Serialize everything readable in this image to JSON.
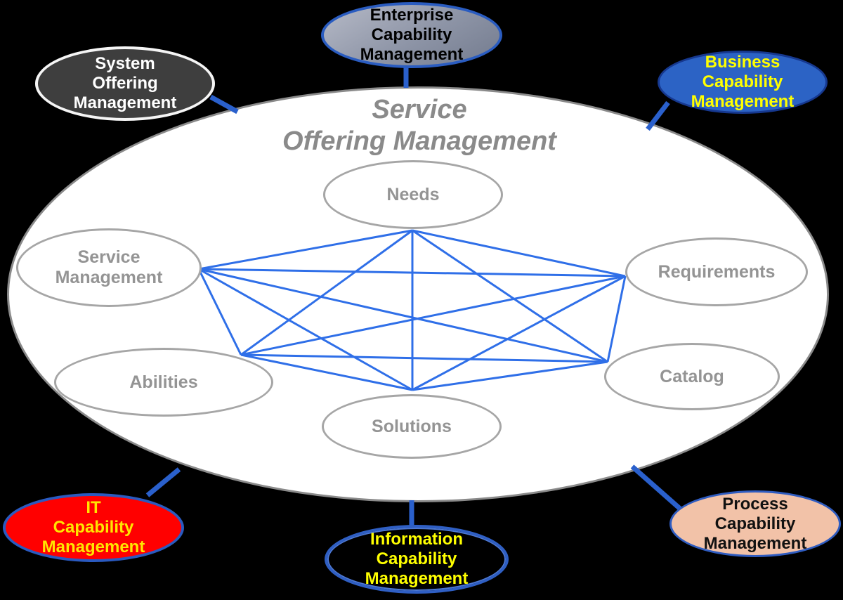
{
  "title": {
    "line1": "Service",
    "line2": "Offering Management"
  },
  "inner_nodes": {
    "needs": {
      "label": "Needs"
    },
    "service_management": {
      "line1": "Service",
      "line2": "Management"
    },
    "requirements": {
      "label": "Requirements"
    },
    "catalog": {
      "label": "Catalog"
    },
    "abilities": {
      "label": "Abilities"
    },
    "solutions": {
      "label": "Solutions"
    }
  },
  "satellites": {
    "system_offering": {
      "line1": "System",
      "line2": "Offering",
      "line3": "Management"
    },
    "enterprise_capability": {
      "line1": "Enterprise",
      "line2": "Capability",
      "line3": "Management"
    },
    "business_capability": {
      "line1": "Business",
      "line2": "Capability",
      "line3": "Management"
    },
    "it_capability": {
      "line1": "IT",
      "line2": "Capability",
      "line3": "Management"
    },
    "information_capability": {
      "line1": "Information",
      "line2": "Capability",
      "line3": "Management"
    },
    "process_capability": {
      "line1": "Process",
      "line2": "Capability",
      "line3": "Management"
    }
  },
  "colors": {
    "background": "#000000",
    "big_ellipse_fill": "#ffffff",
    "big_ellipse_border": "#8a8a8a",
    "title_text": "#8a8a8a",
    "inner_node_border": "#a6a6a6",
    "inner_node_text": "#949494",
    "network_line": "#2f6fe8",
    "connector_line": "#2a60cc",
    "system_fill": "#3e3e3e",
    "system_border": "#f5f5f5",
    "system_text": "#ffffff",
    "enterprise_fill": "#8d94a6",
    "enterprise_border": "#2a5cc0",
    "enterprise_text": "#000000",
    "business_fill": "#2c63c5",
    "business_border": "#16388f",
    "business_text": "#ffff00",
    "it_fill": "#ff0000",
    "it_border": "#2a5ac0",
    "it_text": "#ffe600",
    "information_fill": "#000000",
    "information_border": "#2f5fc4",
    "information_text": "#ffff00",
    "process_fill": "#f2c2a8",
    "process_border": "#2f5cc0",
    "process_text": "#111111"
  }
}
